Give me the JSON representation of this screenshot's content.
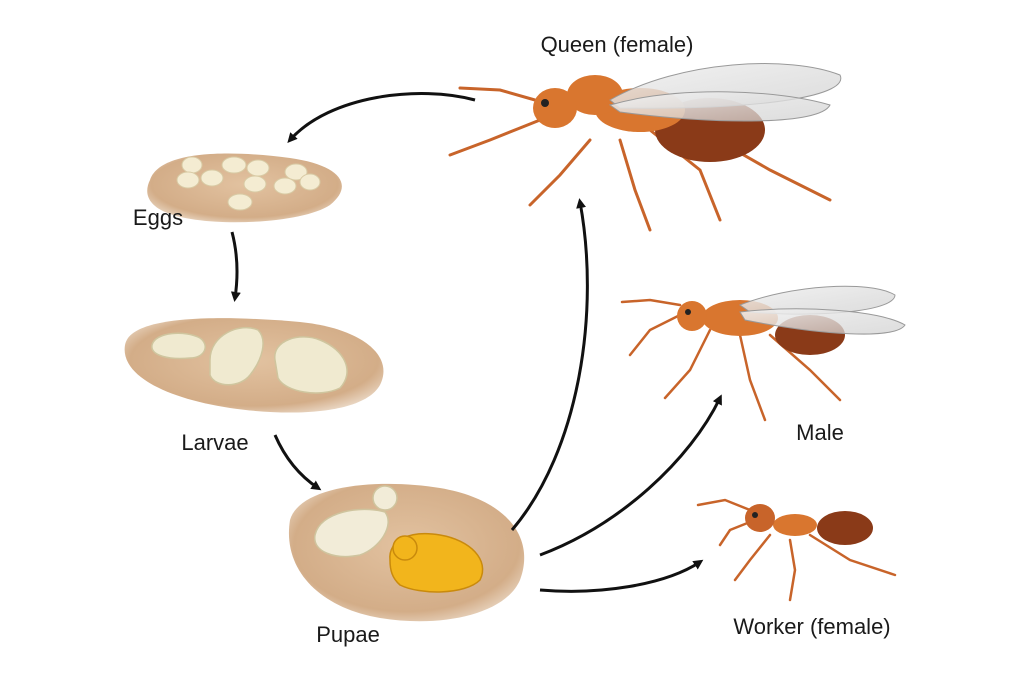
{
  "diagram": {
    "stages": {
      "queen": "Queen (female)",
      "eggs": "Eggs",
      "larvae": "Larvae",
      "pupae": "Pupae",
      "male": "Male",
      "worker": "Worker (female)"
    },
    "colors": {
      "ant_body": "#d9762f",
      "ant_gaster": "#8a3a18",
      "mound": "#d9b48f",
      "egg": "#f4ecd2",
      "pupa_gold": "#f2b51c",
      "arrow": "#111111"
    }
  }
}
